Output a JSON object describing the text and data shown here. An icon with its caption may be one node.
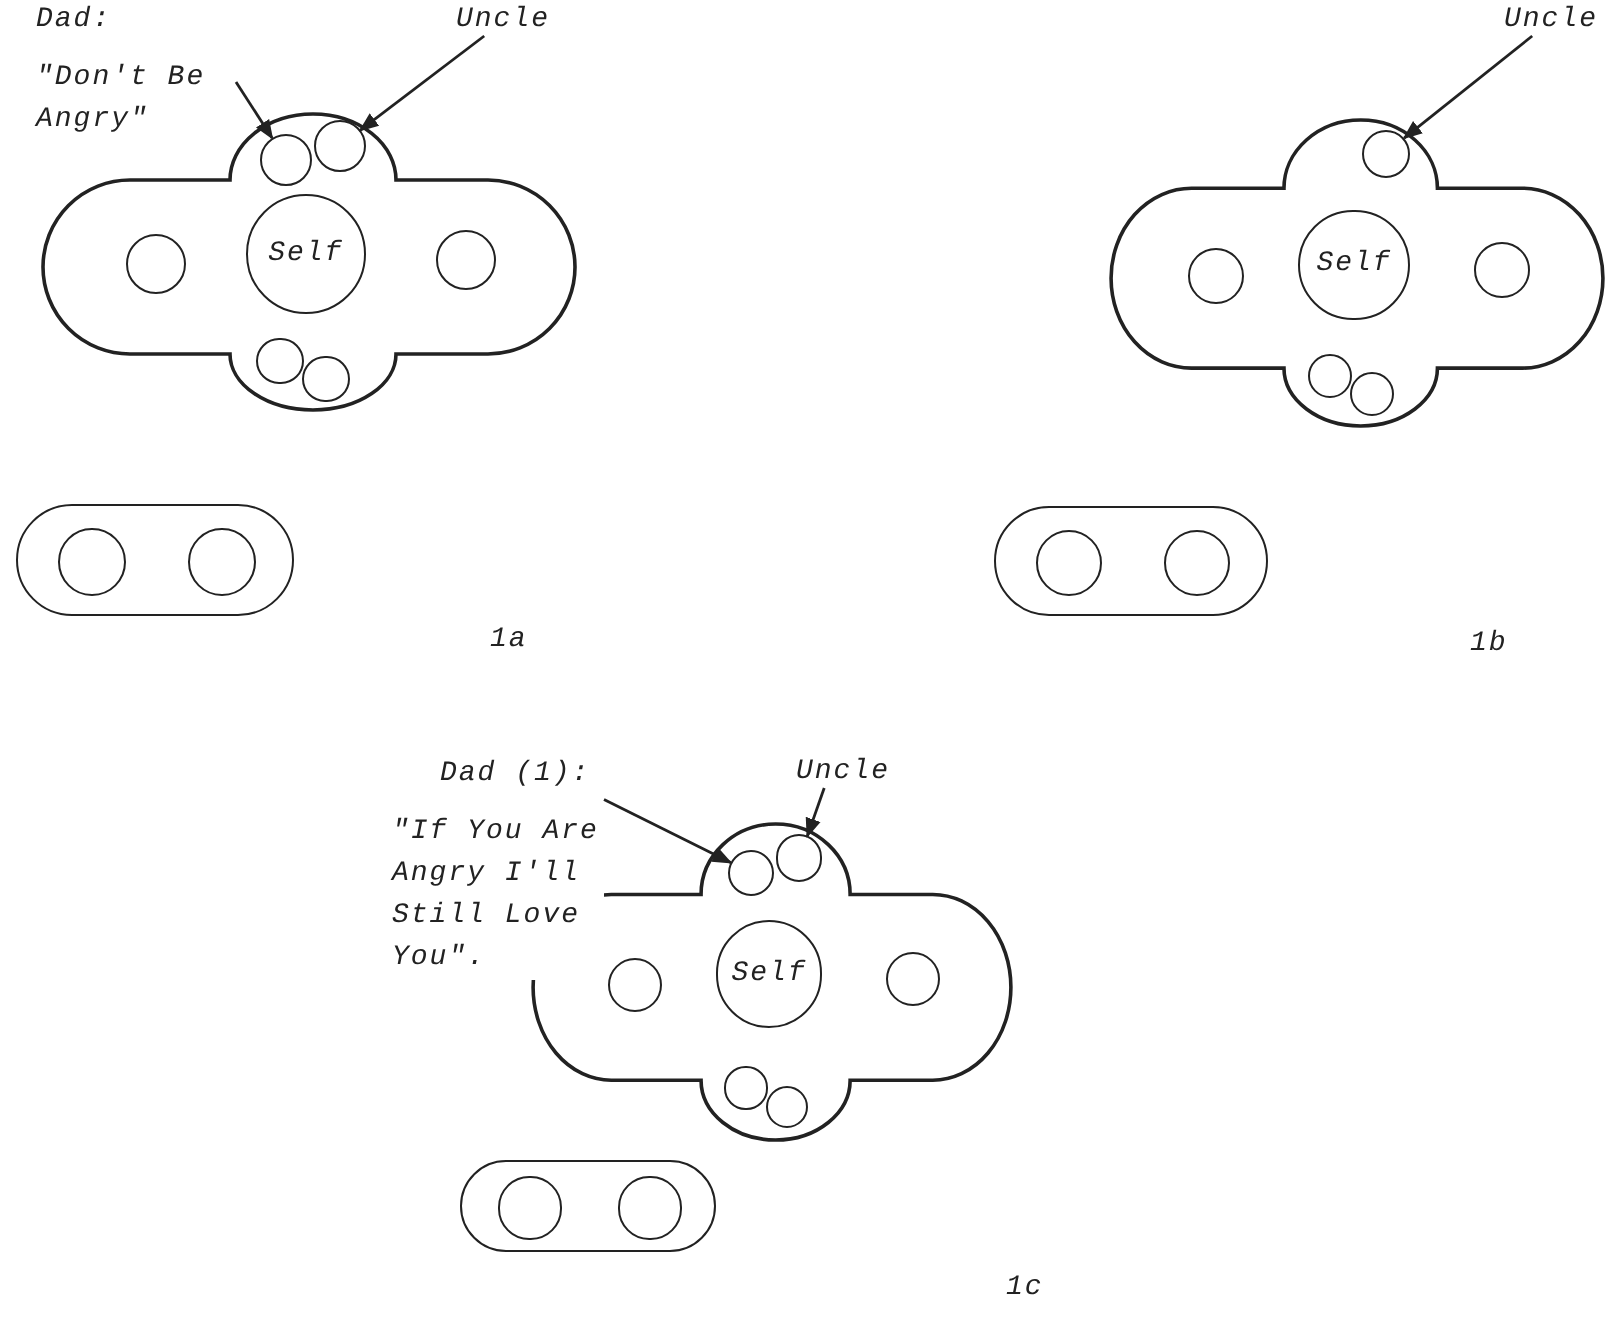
{
  "diagram": {
    "nodes": [
      {
        "text": [
          "Dad:",
          "\"Don't Be Angry\""
        ]
      },
      {
        "text": [
          "Uncle"
        ]
      },
      {
        "text": [],
        "shape": "cross"
      },
      {
        "text": [],
        "shape": "circle",
        "in": 2
      },
      {
        "text": [],
        "shape": "circle",
        "in": 2
      },
      {
        "text": [],
        "shape": "circle",
        "in": 2
      },
      {
        "text": [
          "Self"
        ],
        "in": 2
      },
      {
        "text": [],
        "shape": "circle",
        "in": 2
      },
      {
        "text": [],
        "shape": "circle",
        "in": 2
      },
      {
        "text": [],
        "shape": "circle",
        "in": 2
      },
      {
        "text": [],
        "shape": "capsule"
      },
      {
        "text": [],
        "shape": "circle",
        "in": 10
      },
      {
        "text": [],
        "shape": "circle",
        "in": 10
      },
      {
        "text": [
          "Uncle"
        ]
      },
      {
        "text": [],
        "shape": "cross"
      },
      {
        "text": [],
        "shape": "circle",
        "in": 14
      },
      {
        "text": [],
        "shape": "circle",
        "in": 14
      },
      {
        "text": [
          "Self"
        ],
        "in": 14
      },
      {
        "text": [],
        "shape": "circle",
        "in": 14
      },
      {
        "text": [],
        "shape": "circle",
        "in": 14
      },
      {
        "text": [],
        "shape": "circle",
        "in": 14
      },
      {
        "text": [],
        "shape": "capsule"
      },
      {
        "text": [],
        "shape": "circle",
        "in": 21
      },
      {
        "text": [],
        "shape": "circle",
        "in": 21
      },
      {
        "text": [
          "Dad (1):",
          "\"If You Are Angry I'll Still Love You\"."
        ]
      },
      {
        "text": [
          "Uncle"
        ]
      },
      {
        "text": [],
        "shape": "cross"
      },
      {
        "text": [],
        "shape": "circle",
        "in": 26
      },
      {
        "text": [],
        "shape": "circle",
        "in": 26
      },
      {
        "text": [],
        "shape": "circle",
        "in": 26
      },
      {
        "text": [
          "Self"
        ],
        "in": 26
      },
      {
        "text": [],
        "shape": "circle",
        "in": 26
      },
      {
        "text": [],
        "shape": "circle",
        "in": 26
      },
      {
        "text": [],
        "shape": "circle",
        "in": 26
      },
      {
        "text": [],
        "shape": "capsule"
      },
      {
        "text": [],
        "shape": "circle",
        "in": 34
      },
      {
        "text": [],
        "shape": "circle",
        "in": 34
      }
    ],
    "edges": [
      {
        "from": 0,
        "to": 3,
        "arrow": "to"
      },
      {
        "from": 1,
        "to": 4,
        "arrow": "to"
      },
      {
        "from": 13,
        "to": 15,
        "arrow": "to"
      },
      {
        "from": 24,
        "to": 27,
        "arrow": "to"
      },
      {
        "from": 25,
        "to": 28,
        "arrow": "to"
      }
    ],
    "labels": [
      "1a",
      "1b",
      "1c"
    ]
  }
}
